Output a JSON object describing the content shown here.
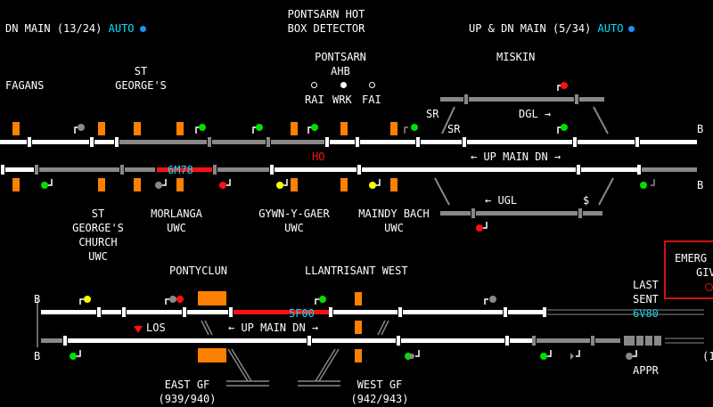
{
  "header": {
    "dn_main": {
      "label": "DN MAIN",
      "count": "(13/24)",
      "mode": "AUTO"
    },
    "detector": {
      "line1": "PONTSARN HOT",
      "line2": "BOX DETECTOR"
    },
    "up_dn_main": {
      "label": "UP & DN MAIN",
      "count": "(5/34)",
      "mode": "AUTO"
    }
  },
  "locations": {
    "fagans": "FAGANS",
    "st_georges": {
      "line1": "ST",
      "line2": "GEORGE'S"
    },
    "pontsarn_ahb": {
      "line1": "PONTSARN",
      "line2": "AHB"
    },
    "ahb_labels": {
      "rai": "RAI",
      "wrk": "WRK",
      "fai": "FAI"
    },
    "miskin": "MISKIN",
    "st_georges_church": {
      "line1": "ST",
      "line2": "GEORGE'S",
      "line3": "CHURCH",
      "line4": "UWC"
    },
    "morlanga": {
      "line1": "MORLANGA",
      "line2": "UWC"
    },
    "gywn_y_gaer": {
      "line1": "GYWN-Y-GAER",
      "line2": "UWC"
    },
    "maindy_bach": {
      "line1": "MAINDY BACH",
      "line2": "UWC"
    },
    "pontyclun": "PONTYCLUN",
    "llantrisant_west": "LLANTRISANT WEST",
    "last_sent": {
      "line1": "LAST",
      "line2": "SENT",
      "headcode": "6V80"
    },
    "east_gf": {
      "line1": "EAST GF",
      "line2": "(939/940)"
    },
    "west_gf": {
      "line1": "WEST GF",
      "line2": "(942/943)"
    },
    "appr": "APPR",
    "emergency": {
      "line1": "EMERG",
      "line2": "GIV"
    }
  },
  "track_labels": {
    "sr_left": "SR",
    "sr_right": "SR",
    "dgl": "DGL →",
    "up_main_dn_top": "← UP MAIN DN →",
    "ugl": "← UGL",
    "dollar": "$",
    "ho": "HO",
    "b_top1": "B",
    "b_top2": "B",
    "b_left1": "B",
    "b_left2": "B",
    "los": "LOS",
    "up_main_dn_bottom": "← UP MAIN DN →",
    "paren": "(1"
  },
  "headcodes": {
    "top": "6M78",
    "bottom": "5F00"
  },
  "colors": {
    "background": "#000000",
    "track_clear": "#ffffff",
    "track_unlocked": "#808080",
    "track_occupied": "#ff1010",
    "level_crossing": "#ff8000",
    "signal_green": "#00e000",
    "signal_red": "#ff1010",
    "signal_yellow": "#ffff00",
    "headcode": "#00e0ff",
    "auto_indicator": "#1e90ff"
  }
}
